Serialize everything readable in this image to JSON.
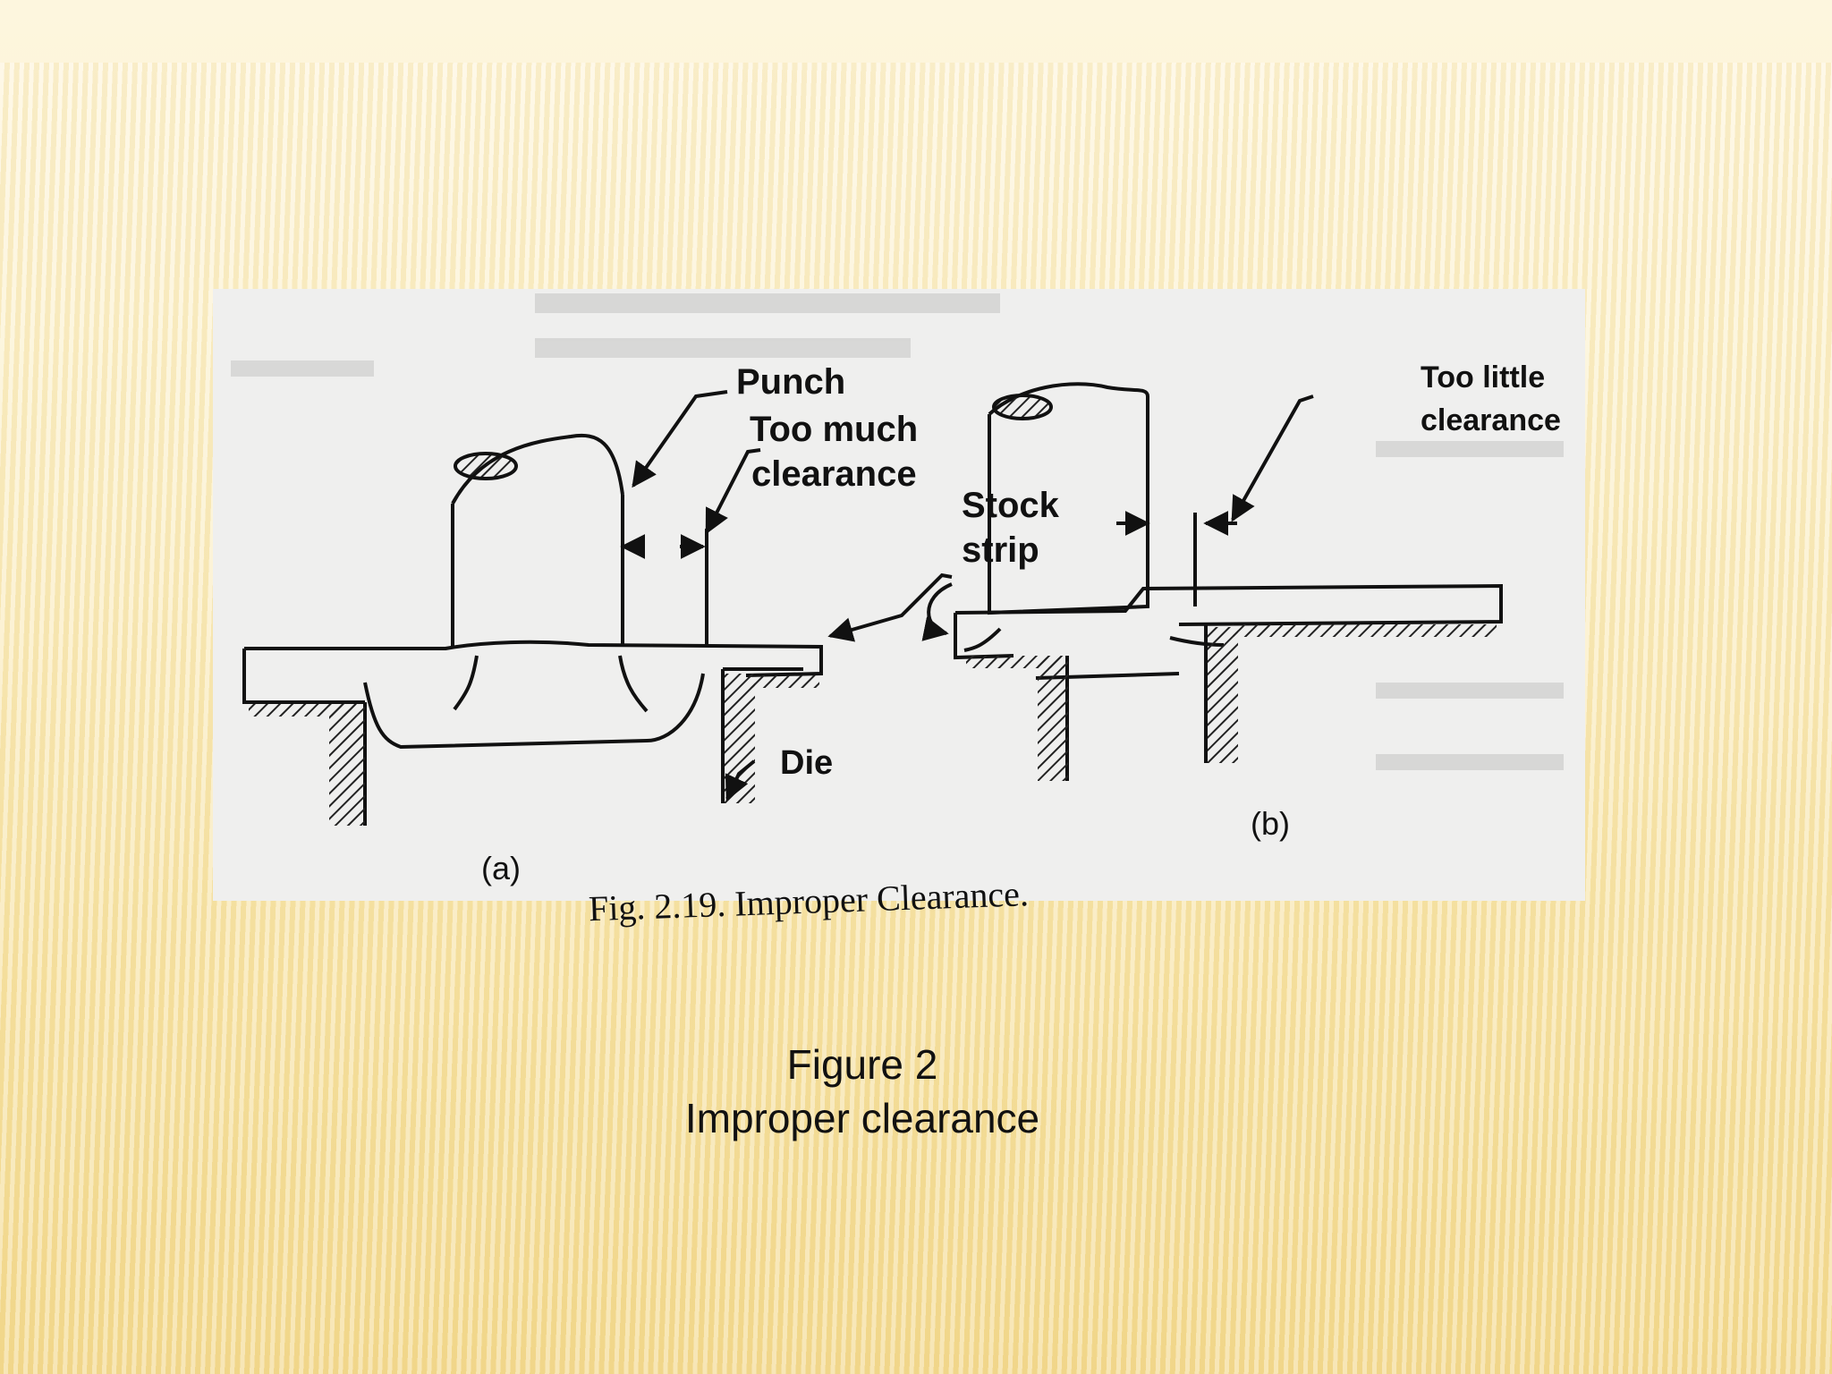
{
  "figure": {
    "labels": {
      "punch": "Punch",
      "too_much_line1": "Too much",
      "too_much_line2": "clearance",
      "stock_line1": "Stock",
      "stock_line2": "strip",
      "too_little_line1": "Too little",
      "too_little_line2": "clearance",
      "die": "Die",
      "panel_a": "(a)",
      "panel_b": "(b)",
      "book_caption": "Fig. 2.19. Improper Clearance."
    }
  },
  "caption": {
    "line1": "Figure 2",
    "line2": "Improper clearance"
  }
}
